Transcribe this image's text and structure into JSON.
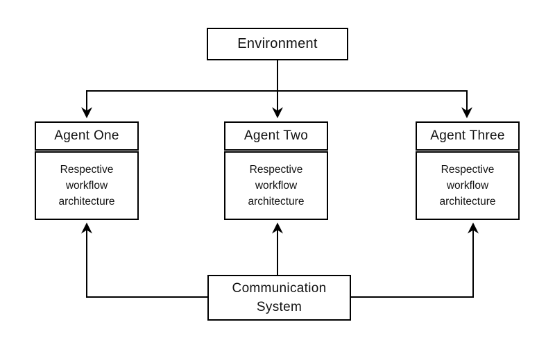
{
  "diagram": {
    "environment": {
      "label": "Environment"
    },
    "agents": [
      {
        "title": "Agent One",
        "body": "Respective workflow architecture"
      },
      {
        "title": "Agent Two",
        "body": "Respective workflow architecture"
      },
      {
        "title": "Agent Three",
        "body": "Respective workflow architecture"
      }
    ],
    "communication": {
      "label": "Communication System"
    },
    "connections": [
      "Environment -> Agent One",
      "Environment -> Agent Two",
      "Environment -> Agent Three",
      "Communication System -> Agent One",
      "Communication System -> Agent Two",
      "Communication System -> Agent Three"
    ],
    "colors": {
      "background": "#ffffff",
      "line": "#000000",
      "box_border": "#000000",
      "text": "#111111"
    }
  }
}
